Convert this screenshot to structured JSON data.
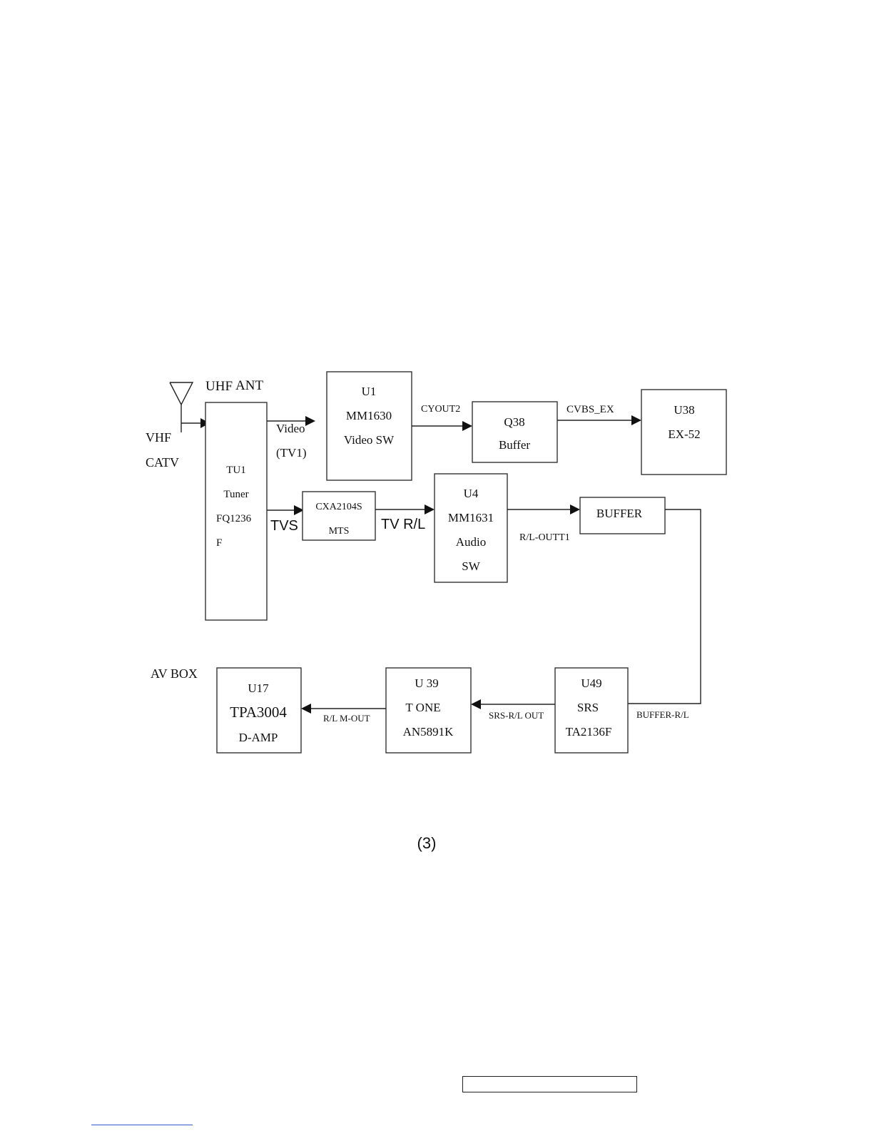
{
  "diagram": {
    "antenna": {
      "top": "UHF",
      "ant": "ANT",
      "left1": "VHF",
      "left2": "CATV"
    },
    "blocks": {
      "tu1": {
        "lines": [
          "TU1",
          "Tuner",
          "FQ1236",
          "F"
        ]
      },
      "u1": {
        "lines": [
          "U1",
          "MM1630",
          "Video SW"
        ]
      },
      "q38": {
        "lines": [
          "Q38",
          "Buffer"
        ]
      },
      "u38": {
        "lines": [
          "U38",
          "EX-52"
        ]
      },
      "cxa": {
        "lines": [
          "CXA2104S",
          "MTS"
        ]
      },
      "u4": {
        "lines": [
          "U4",
          "MM1631",
          "Audio",
          "SW"
        ]
      },
      "buffer": {
        "lines": [
          "BUFFER"
        ]
      },
      "u49": {
        "lines": [
          "U49",
          "SRS",
          "TA2136F"
        ]
      },
      "u39": {
        "lines": [
          "U 39",
          "T ONE",
          "AN5891K"
        ]
      },
      "u17": {
        "lines": [
          "U17",
          "TPA3004",
          "D-AMP"
        ]
      }
    },
    "signals": {
      "video": "Video",
      "tv1": "(TV1)",
      "cyout2": "CYOUT2",
      "cvbs_ex": "CVBS_EX",
      "tvs": "TVS",
      "tv_rl": "TV R/L",
      "rl_outt1": "R/L-OUTT1",
      "buffer_rl": "BUFFER-R/L",
      "srs_rl_out": "SRS-R/L OUT",
      "rl_m_out": "R/L M-OUT"
    },
    "av_box": "AV BOX",
    "page_label": "(3)"
  },
  "colors": {
    "line": "#222222",
    "footer_underline": "#3355cc"
  }
}
